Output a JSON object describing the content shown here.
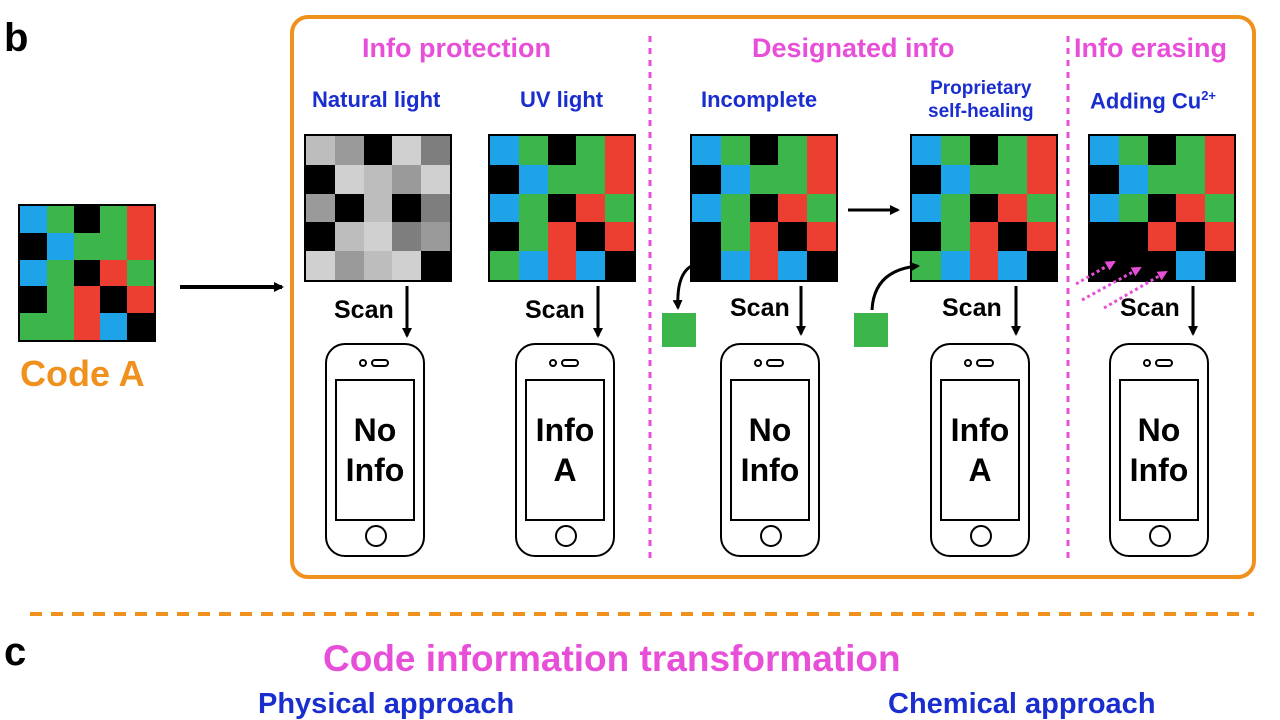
{
  "panel_b": {
    "letter": "b",
    "code_label": "Code A",
    "sections": {
      "protection": "Info protection",
      "designated": "Designated info",
      "erasing": "Info erasing"
    },
    "columns": [
      {
        "id": "natural",
        "title": "Natural light",
        "scan": "Scan",
        "screen": [
          "No",
          "Info"
        ]
      },
      {
        "id": "uv",
        "title": "UV light",
        "scan": "Scan",
        "screen": [
          "Info",
          "A"
        ]
      },
      {
        "id": "incomplete",
        "title": "Incomplete",
        "scan": "Scan",
        "screen": [
          "No",
          "Info"
        ]
      },
      {
        "id": "proprietary",
        "title_lines": [
          "Proprietary",
          "self-healing"
        ],
        "scan": "Scan",
        "screen": [
          "Info",
          "A"
        ]
      },
      {
        "id": "cu",
        "title_main": "Adding Cu",
        "title_sup": "2+",
        "scan": "Scan",
        "screen": [
          "No",
          "Info"
        ]
      }
    ]
  },
  "panel_c": {
    "letter": "c",
    "title": "Code information transformation",
    "left": "Physical approach",
    "right": "Chemical approach"
  },
  "colors": {
    "orange": "#f0901d",
    "magenta": "#e84fd8",
    "blue_text": "#1a2ed0",
    "cell_blue": "#1ea3e8",
    "cell_green": "#3cb54a",
    "cell_red": "#ec3f31",
    "cell_black": "#000000"
  },
  "codes": {
    "code_a": [
      [
        "B",
        "G",
        "K",
        "G",
        "R"
      ],
      [
        "K",
        "B",
        "G",
        "G",
        "R"
      ],
      [
        "B",
        "G",
        "K",
        "R",
        "G"
      ],
      [
        "K",
        "G",
        "R",
        "K",
        "R"
      ],
      [
        "G",
        "G",
        "R",
        "B",
        "K"
      ]
    ],
    "natural": [
      [
        "a",
        "b",
        "K",
        "c",
        "d"
      ],
      [
        "K",
        "c",
        "a",
        "b",
        "c"
      ],
      [
        "b",
        "K",
        "a",
        "K",
        "d"
      ],
      [
        "K",
        "a",
        "c",
        "d",
        "b"
      ],
      [
        "c",
        "b",
        "a",
        "c",
        "K"
      ]
    ],
    "uv": [
      [
        "B",
        "G",
        "K",
        "G",
        "R"
      ],
      [
        "K",
        "B",
        "G",
        "G",
        "R"
      ],
      [
        "B",
        "G",
        "K",
        "R",
        "G"
      ],
      [
        "K",
        "G",
        "R",
        "K",
        "R"
      ],
      [
        "G",
        "B",
        "R",
        "B",
        "K"
      ]
    ],
    "incomplete": [
      [
        "B",
        "G",
        "K",
        "G",
        "R"
      ],
      [
        "K",
        "B",
        "G",
        "G",
        "R"
      ],
      [
        "B",
        "G",
        "K",
        "R",
        "G"
      ],
      [
        "K",
        "G",
        "R",
        "K",
        "R"
      ],
      [
        "K",
        "B",
        "R",
        "B",
        "K"
      ]
    ],
    "proprietary": [
      [
        "B",
        "G",
        "K",
        "G",
        "R"
      ],
      [
        "K",
        "B",
        "G",
        "G",
        "R"
      ],
      [
        "B",
        "G",
        "K",
        "R",
        "G"
      ],
      [
        "K",
        "G",
        "R",
        "K",
        "R"
      ],
      [
        "G",
        "B",
        "R",
        "B",
        "K"
      ]
    ],
    "cu": [
      [
        "B",
        "G",
        "K",
        "G",
        "R"
      ],
      [
        "K",
        "B",
        "G",
        "G",
        "R"
      ],
      [
        "B",
        "G",
        "K",
        "R",
        "G"
      ],
      [
        "K",
        "K",
        "R",
        "K",
        "R"
      ],
      [
        "K",
        "K",
        "K",
        "B",
        "K"
      ]
    ]
  }
}
